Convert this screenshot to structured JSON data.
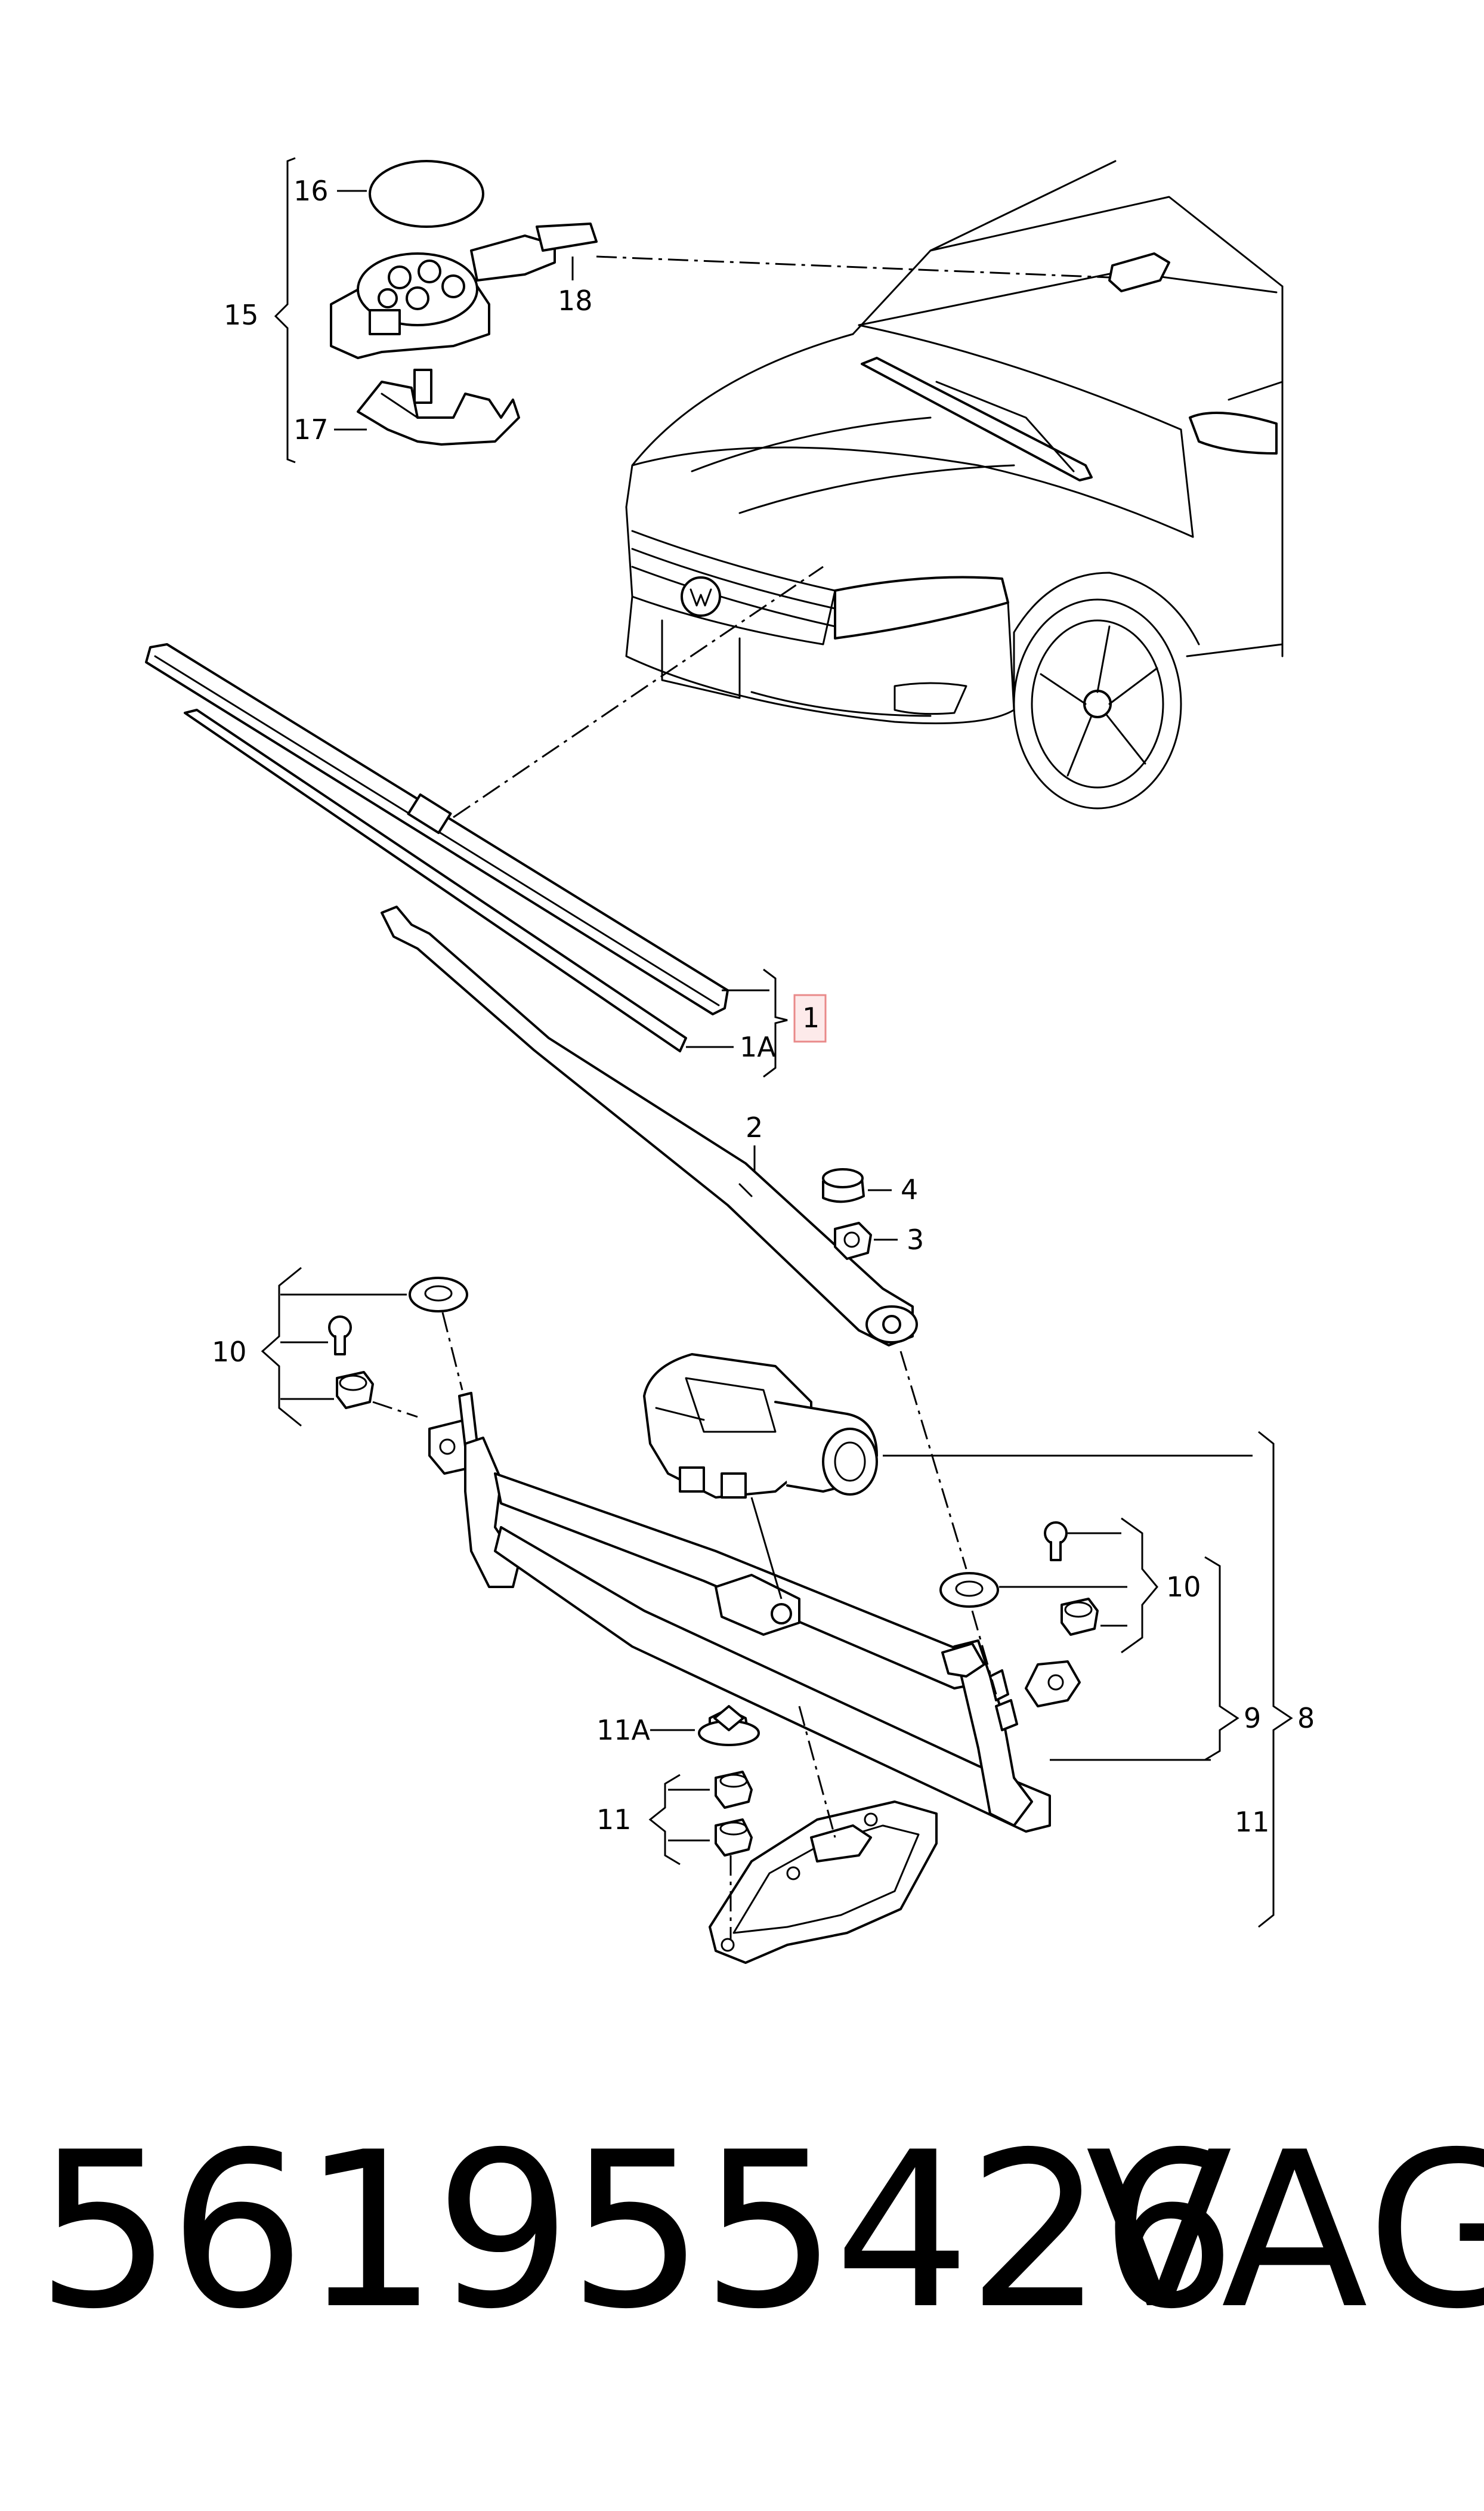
{
  "callouts": {
    "c1": "1",
    "c1a": "1A",
    "c2": "2",
    "c3": "3",
    "c4": "4",
    "c8": "8",
    "c9": "9",
    "c10_left": "10",
    "c10_right": "10",
    "c11_left": "11",
    "c11_right": "11",
    "c11a": "11A",
    "c15": "15",
    "c16": "16",
    "c17": "17",
    "c18": "18"
  },
  "highlight": {
    "callout": "1",
    "color": "#e98a8a"
  },
  "footer": {
    "part_number": "561955426",
    "brand": "VAG"
  }
}
